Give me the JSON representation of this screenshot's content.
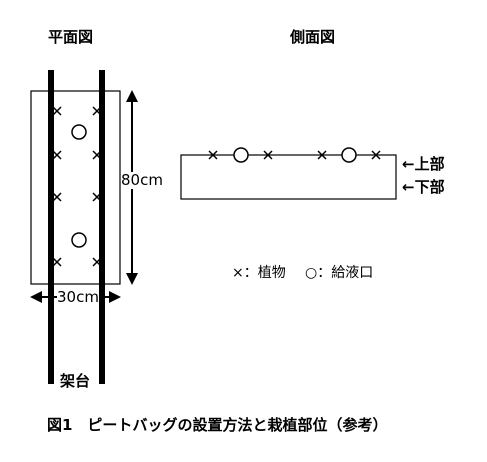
{
  "plan_view": {
    "title": "平面図",
    "height_label": "80cm",
    "width_label": "30cm",
    "frame_label": "架台",
    "cross_symbol": "×",
    "circle_symbol": "○"
  },
  "side_view": {
    "title": "側面図",
    "upper_label": "←上部",
    "lower_label": "←下部"
  },
  "legend": {
    "plant": "×：植物",
    "feed": "○：給液口"
  },
  "caption": "図1　ピートバッグの設置方法と栽植部位（参考）",
  "colors": {
    "ink": "#000000",
    "background": "#ffffff"
  }
}
